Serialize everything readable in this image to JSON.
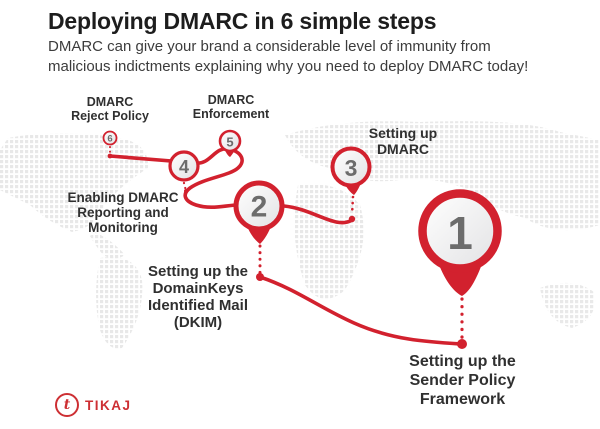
{
  "header": {
    "title": "Deploying DMARC in 6 simple steps",
    "subtitle": "DMARC can give your brand a considerable level of immunity from\nmalicious indictments explaining why you need to deploy DMARC today!"
  },
  "steps": [
    {
      "number": "1",
      "label": "Setting up the\nSender Policy\nFramework"
    },
    {
      "number": "2",
      "label": "Setting up the\nDomainKeys\nIdentified Mail\n(DKIM)"
    },
    {
      "number": "3",
      "label": "Setting up\nDMARC"
    },
    {
      "number": "4",
      "label": "Enabling DMARC\nReporting and\nMonitoring"
    },
    {
      "number": "5",
      "label": "DMARC\nEnforcement"
    },
    {
      "number": "6",
      "label": "DMARC\nReject Policy"
    }
  ],
  "brand": {
    "monogram": "t",
    "name": "TIKAJ"
  },
  "colors": {
    "accent_red": "#d2212e",
    "number_gray": "#6c6c6c",
    "label_dark": "#303030",
    "map_dot_gray": "#d3d3d3"
  }
}
